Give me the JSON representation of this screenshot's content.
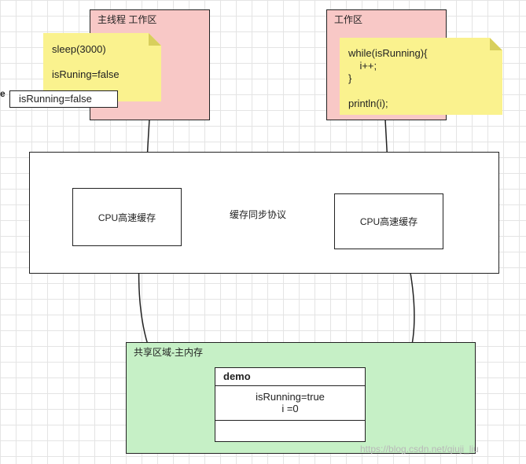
{
  "left_workspace": {
    "title": "主线程 工作区"
  },
  "right_workspace": {
    "title": "工作区"
  },
  "left_note": {
    "lines": [
      "sleep(3000)",
      "",
      "isRuning=false"
    ]
  },
  "right_note": {
    "lines": [
      "while(isRunning){",
      "    i++;",
      "}",
      "",
      "println(i);"
    ]
  },
  "floating_label": {
    "prefix": "e",
    "text": "isRunning=false"
  },
  "cpu_block": {
    "left_cache": "CPU高速缓存",
    "right_cache": "CPU高速缓存",
    "protocol": "缓存同步协议"
  },
  "shared_memory": {
    "title": "共享区域-主内存",
    "object_name": "demo",
    "fields": [
      "isRunning=true",
      "i =0"
    ]
  },
  "watermark": "https://blog.csdn.net/qiuji_liu",
  "colors": {
    "pink": "#f8c8c6",
    "note": "#faf28e",
    "green": "#c6f0c6"
  }
}
